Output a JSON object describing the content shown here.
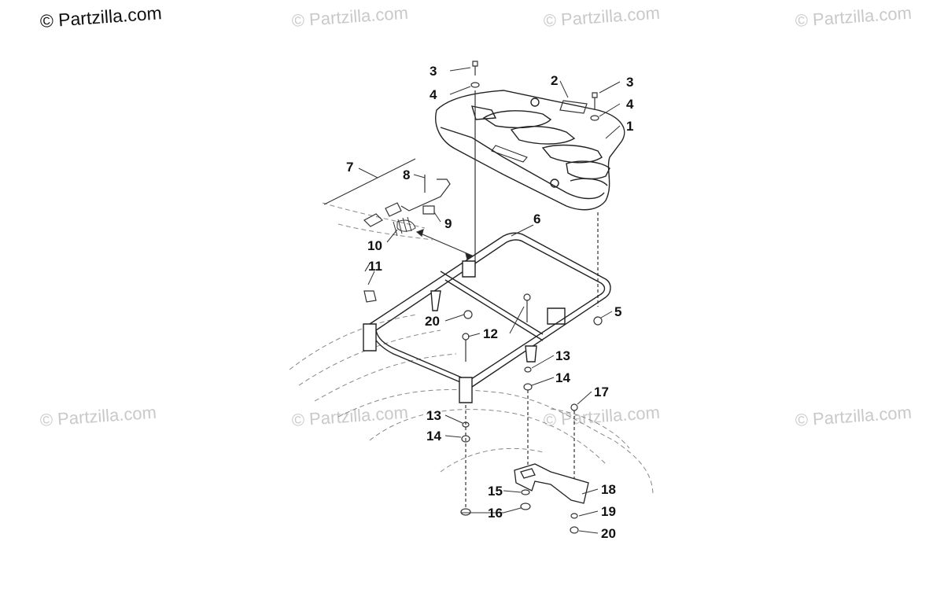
{
  "watermark": {
    "main": "© Partzilla.com",
    "faded": "© Partzilla.com"
  },
  "callouts": {
    "c1": "1",
    "c2": "2",
    "c3a": "3",
    "c3b": "3",
    "c4a": "4",
    "c4b": "4",
    "c5": "5",
    "c6": "6",
    "c7": "7",
    "c8": "8",
    "c9": "9",
    "c10": "10",
    "c11": "11",
    "c12": "12",
    "c13a": "13",
    "c13b": "13",
    "c14a": "14",
    "c14b": "14",
    "c15": "15",
    "c16": "16",
    "c17": "17",
    "c18": "18",
    "c19": "19",
    "c20a": "20",
    "c20b": "20"
  }
}
